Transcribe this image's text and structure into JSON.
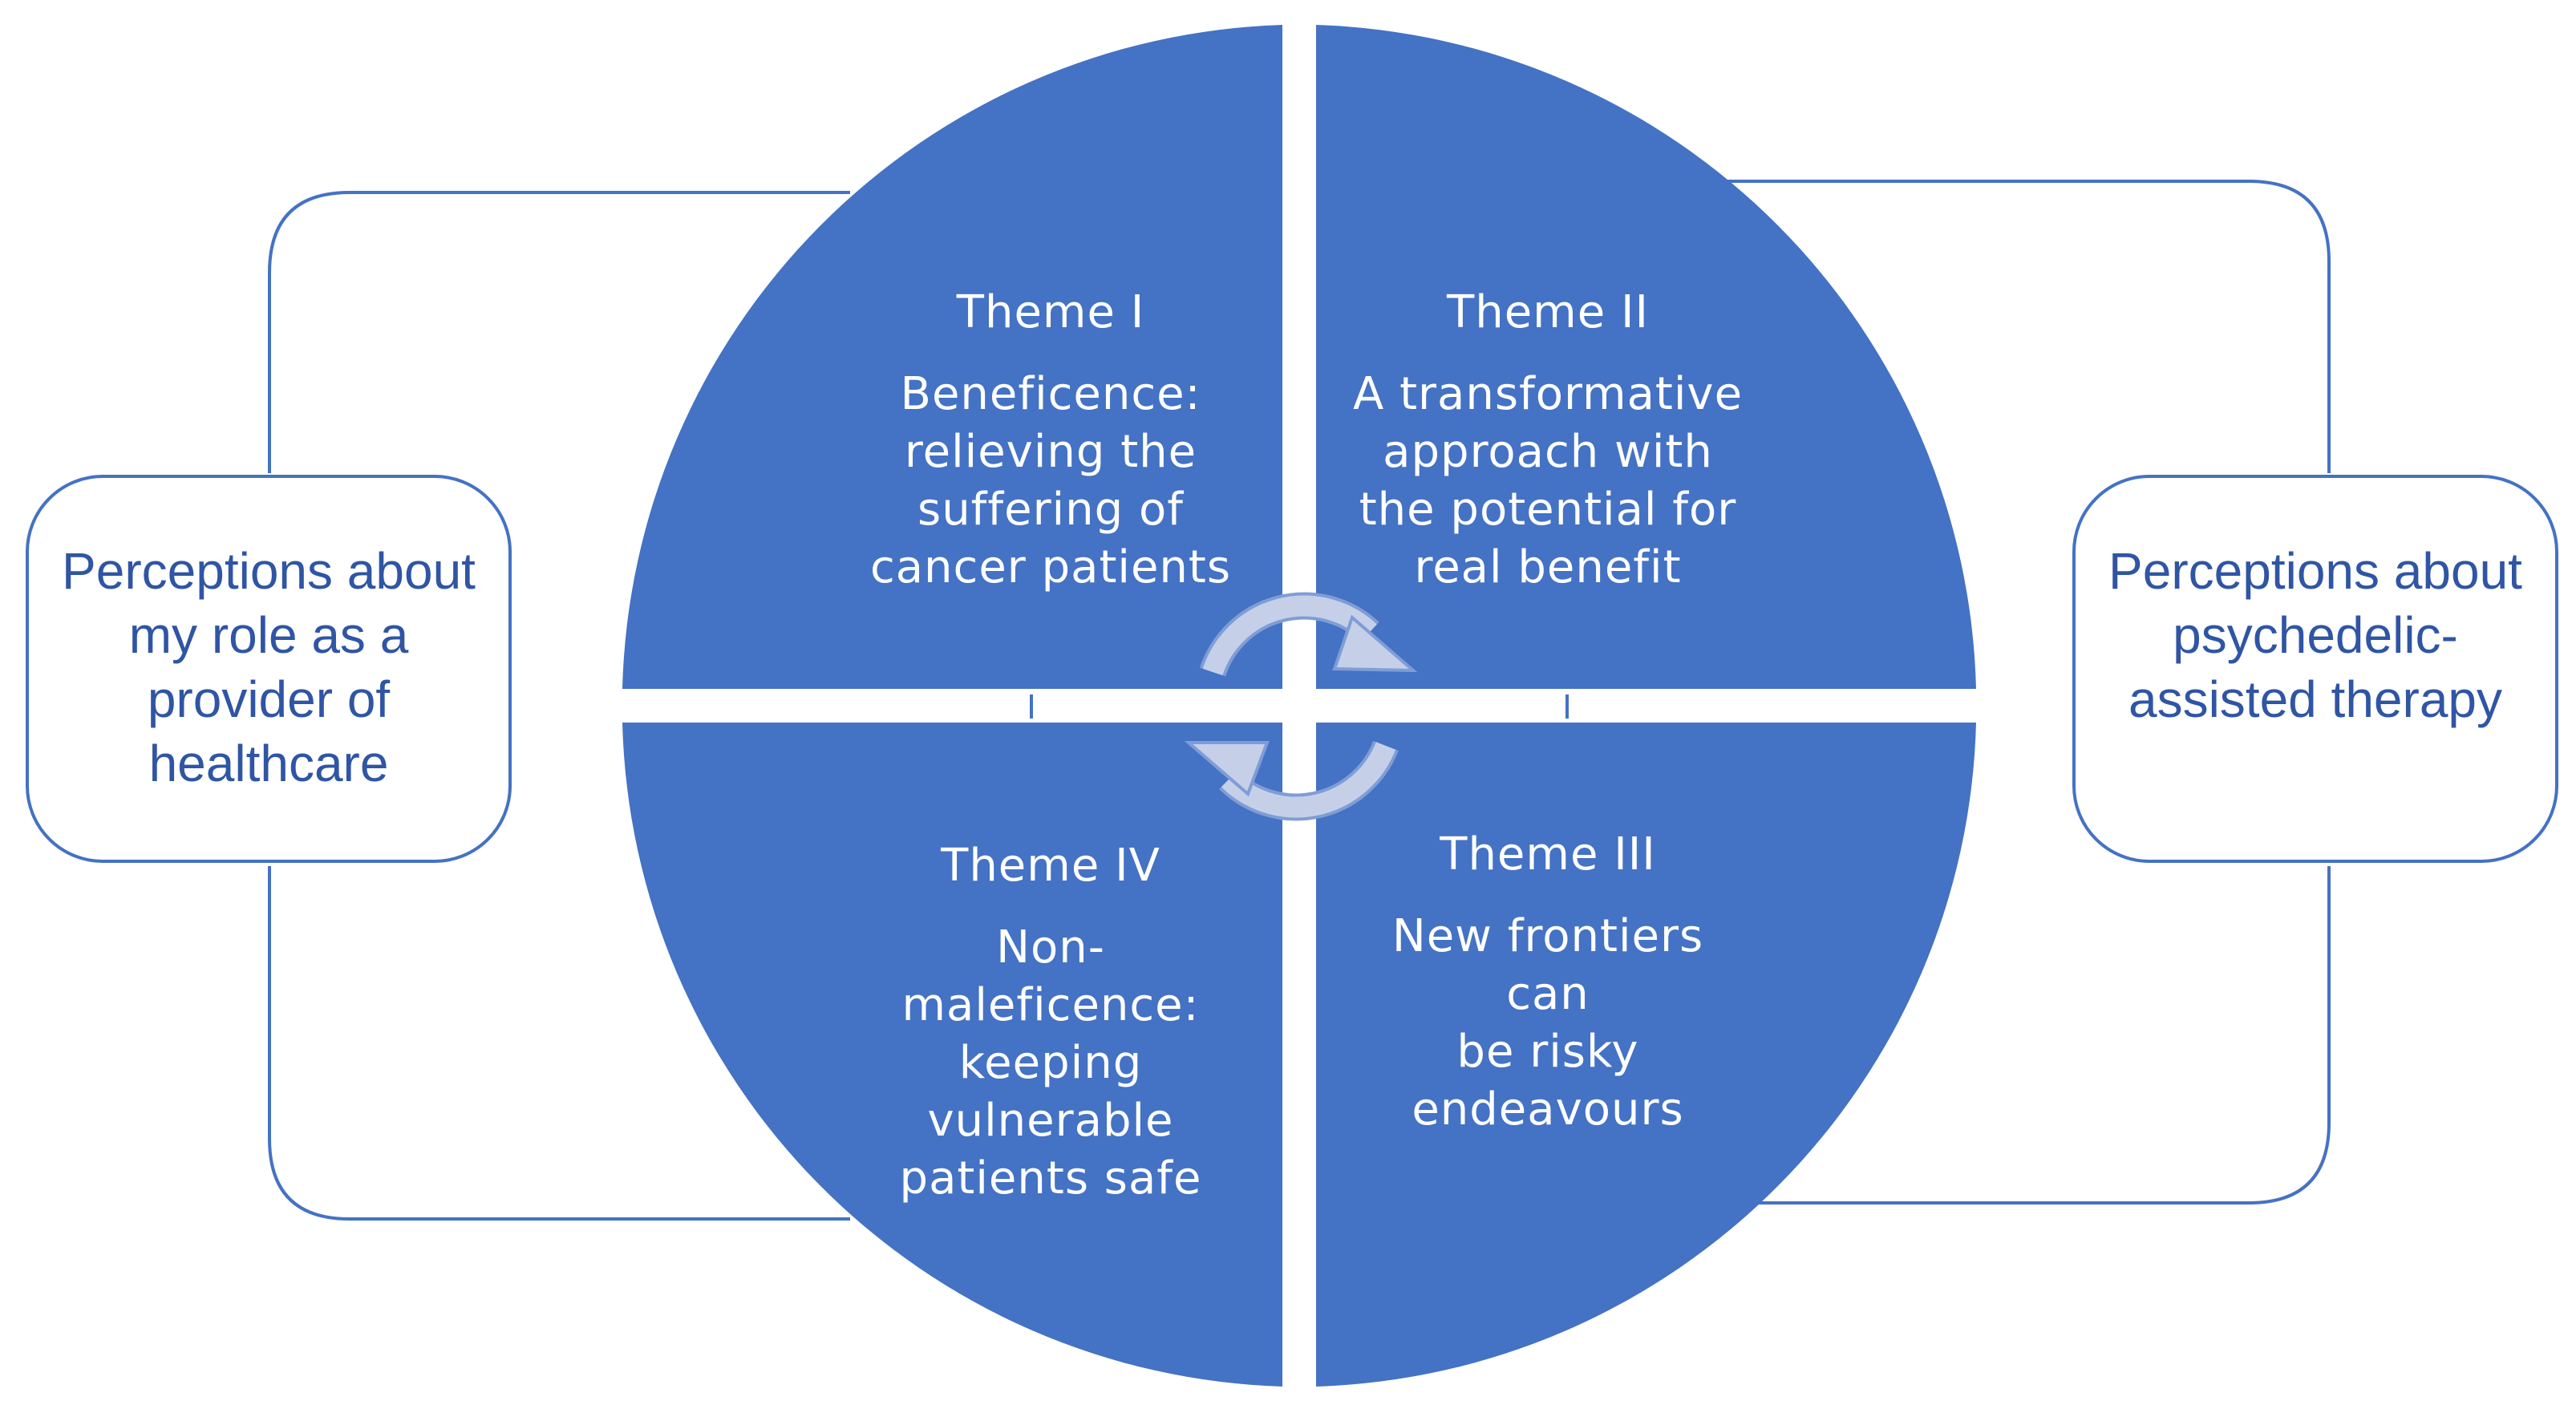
{
  "colors": {
    "quadrant_fill": "#4472c4",
    "outline": "#4472c4",
    "side_text": "#2f55a4",
    "arrow": "#c5d0e8",
    "theme_text": "#ffffff"
  },
  "left_box": {
    "label": "Perceptions about\nmy role as a\nprovider of\nhealthcare"
  },
  "right_box": {
    "label": "Perceptions about\npsychedelic-\nassisted therapy"
  },
  "themes": [
    {
      "title": "Theme I",
      "description": "Beneficence:\nrelieving the\nsuffering of\ncancer patients"
    },
    {
      "title": "Theme II",
      "description": "A transformative\napproach with\nthe potential for\nreal benefit"
    },
    {
      "title": "Theme III",
      "description": "New frontiers can\nbe risky\nendeavours"
    },
    {
      "title": "Theme IV",
      "description": "Non-maleficence:\nkeeping\nvulnerable\npatients safe"
    }
  ],
  "cycle_arrows": {
    "icon_top": "curved-arrow-clockwise-icon",
    "icon_bottom": "curved-arrow-clockwise-icon"
  }
}
